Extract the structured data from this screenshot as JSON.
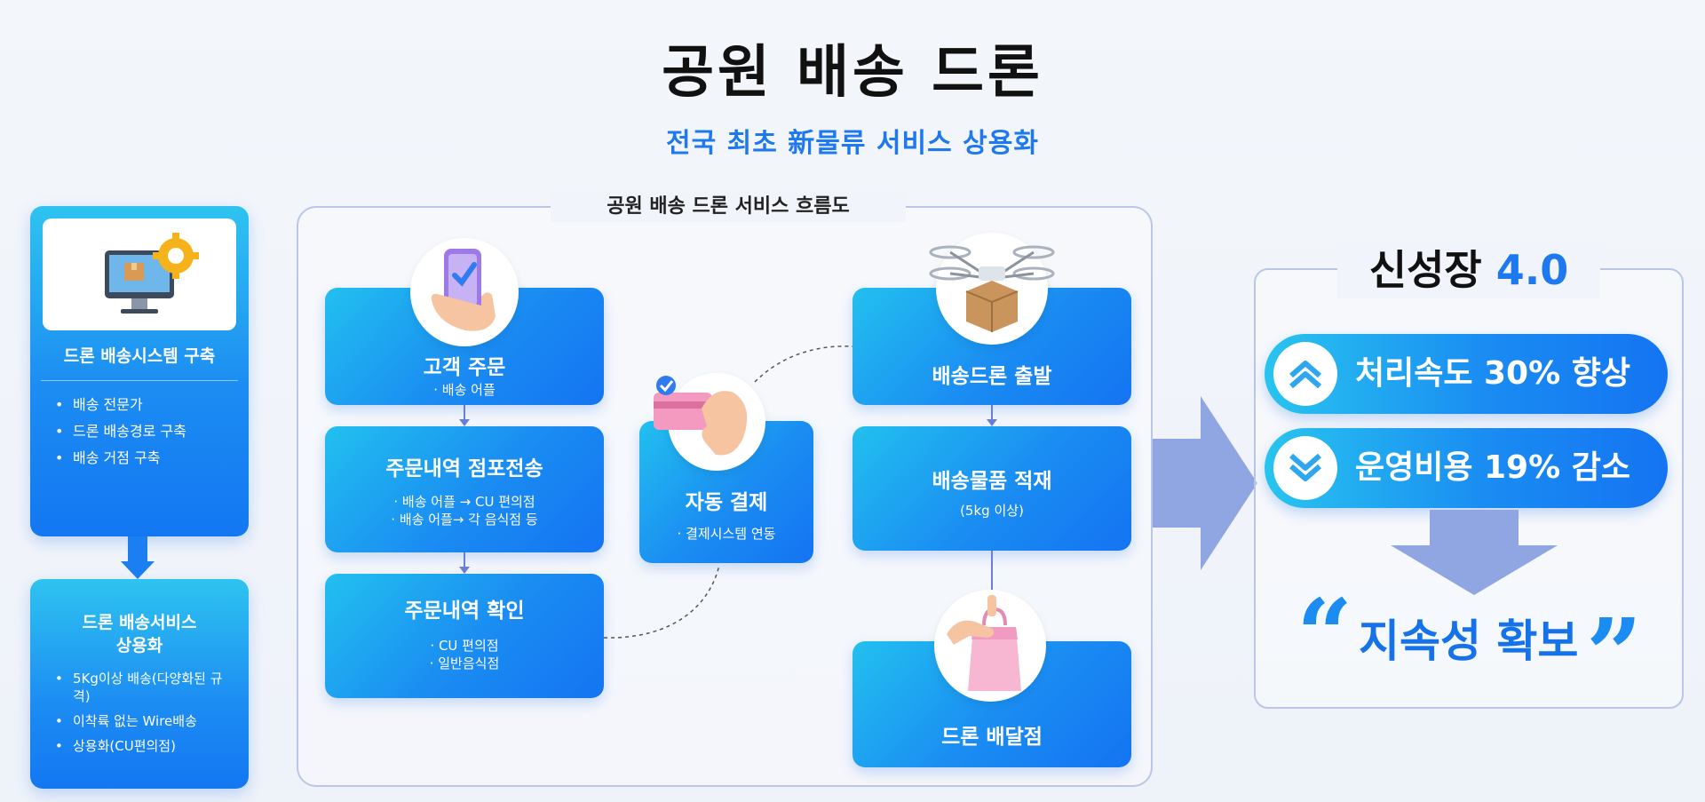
{
  "title": "공원 배송 드론",
  "subtitle": "전국 최초 新물류 서비스 상용화",
  "left": {
    "card1": {
      "heading": "드론 배송시스템 구축",
      "bullets": [
        "배송 전문가",
        "드론 배송경로 구축",
        "배송 거점 구축"
      ]
    },
    "card2": {
      "heading_line1": "드론 배송서비스",
      "heading_line2": "상용화",
      "bullets": [
        "5Kg이상 배송(다양화된 규격)",
        "이착륙 없는 Wire배송",
        "상용화(CU편의점)"
      ]
    }
  },
  "flow": {
    "label": "공원 배송 드론 서비스 흐름도",
    "order": {
      "title": "고객 주문",
      "desc": "· 배송 어플"
    },
    "transfer": {
      "title": "주문내역 점포전송",
      "desc1": "· 배송 어플 → CU 편의점",
      "desc2": "· 배송 어플→ 각 음식점 등"
    },
    "confirm": {
      "title": "주문내역 확인",
      "desc1": "· CU 편의점",
      "desc2": "· 일반음식점"
    },
    "pay": {
      "title": "자동 결제",
      "desc": "· 결제시스템 연동"
    },
    "depart": {
      "title": "배송드론 출발"
    },
    "load": {
      "title": "배송물품 적재",
      "desc": "(5kg 이상)"
    },
    "deliver": {
      "title": "드론 배달점"
    }
  },
  "right": {
    "title_prefix": "신성장 ",
    "title_version": "4.0",
    "speed": "처리속도 30% 향상",
    "cost": "운영비용 19% 감소",
    "sustain": "지속성 확보",
    "quote_open": "“",
    "quote_close": "”"
  },
  "colors": {
    "accent_blue": "#1e78f0",
    "card_gradient_start": "#22c0ef",
    "card_gradient_end": "#1474f2",
    "border": "#b9c6ea"
  },
  "icons": [
    "computer-gear-icon",
    "phone-hand-icon",
    "card-hand-icon",
    "drone-box-icon",
    "shopping-bag-icon",
    "chevron-up-icon",
    "chevron-down-icon"
  ]
}
